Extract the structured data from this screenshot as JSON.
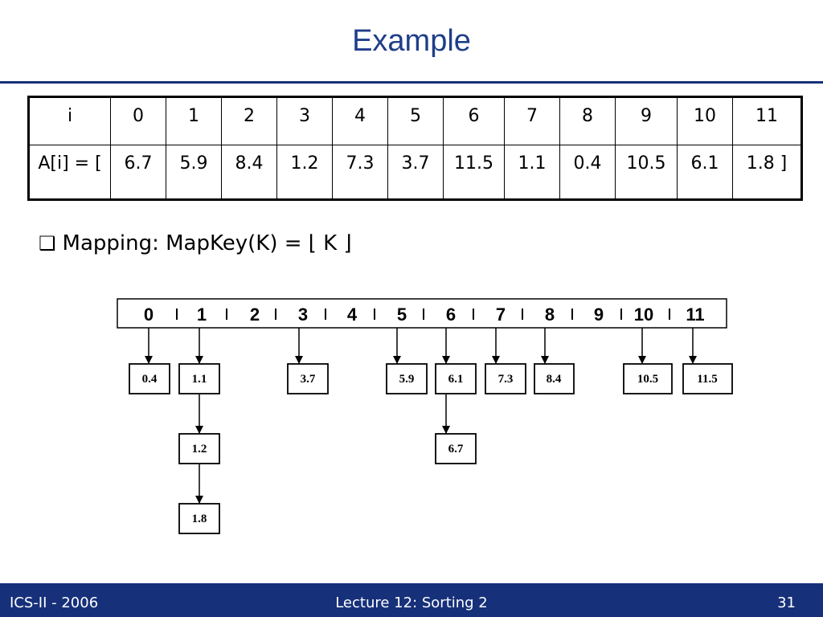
{
  "slide": {
    "title": "Example",
    "bullet_marker": "❑",
    "bullet_text": "Mapping: MapKey(K) = ⌊ K ⌋"
  },
  "table": {
    "row1": [
      "i",
      "0",
      "1",
      "2",
      "3",
      "4",
      "5",
      "6",
      "7",
      "8",
      "9",
      "10",
      "11"
    ],
    "row2": [
      "A[i] = [",
      "6.7",
      "5.9",
      "8.4",
      "1.2",
      "7.3",
      "3.7",
      "11.5",
      "1.1",
      "0.4",
      "10.5",
      "6.1",
      "1.8 ]"
    ]
  },
  "diagram": {
    "indices": [
      "0",
      "1",
      "2",
      "3",
      "4",
      "5",
      "6",
      "7",
      "8",
      "9",
      "10",
      "11"
    ],
    "bucket_0": [
      "0.4"
    ],
    "bucket_1": [
      "1.1",
      "1.2",
      "1.8"
    ],
    "bucket_3": [
      "3.7"
    ],
    "bucket_5": [
      "5.9"
    ],
    "bucket_6": [
      "6.1",
      "6.7"
    ],
    "bucket_7": [
      "7.3"
    ],
    "bucket_8": [
      "8.4"
    ],
    "bucket_10": [
      "10.5"
    ],
    "bucket_11": [
      "11.5"
    ]
  },
  "footer": {
    "left": "ICS-II - 2006",
    "center": "Lecture 12: Sorting 2",
    "right": "31"
  }
}
